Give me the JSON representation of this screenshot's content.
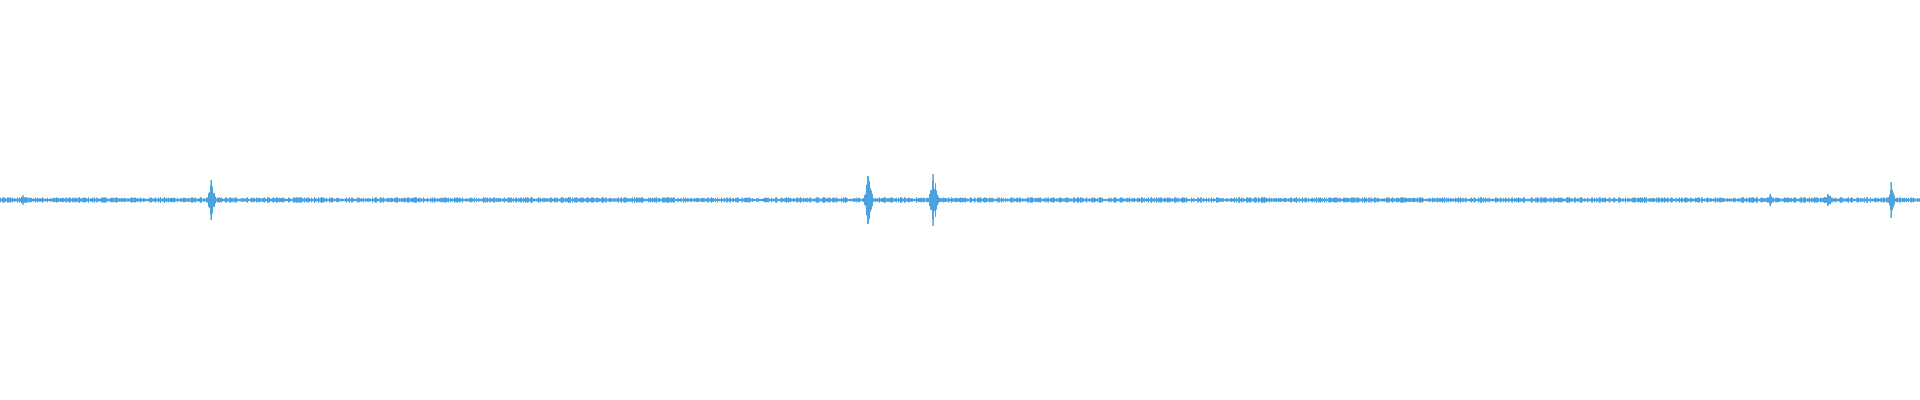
{
  "waveform": {
    "color": "#4aa3df",
    "baseline_amplitude": 0.012,
    "noise_amplitude": 0.006,
    "peaks": [
      {
        "position": 0.012,
        "amplitude": 0.012,
        "width": 0.004
      },
      {
        "position": 0.11,
        "amplitude": 0.05,
        "width": 0.0025
      },
      {
        "position": 0.452,
        "amplitude": 0.06,
        "width": 0.003
      },
      {
        "position": 0.486,
        "amplitude": 0.065,
        "width": 0.003
      },
      {
        "position": 0.922,
        "amplitude": 0.015,
        "width": 0.002
      },
      {
        "position": 0.952,
        "amplitude": 0.015,
        "width": 0.005
      },
      {
        "position": 0.985,
        "amplitude": 0.045,
        "width": 0.002
      }
    ]
  }
}
